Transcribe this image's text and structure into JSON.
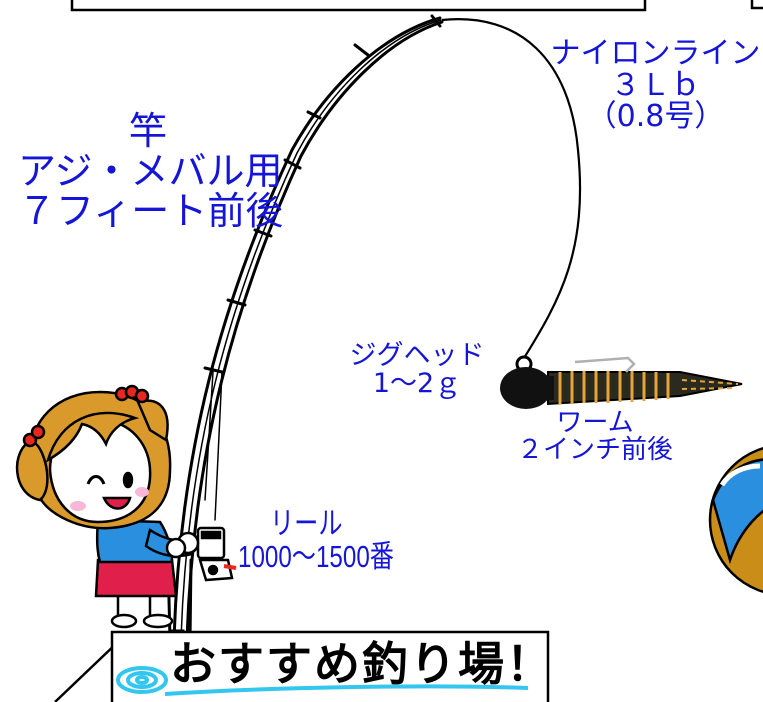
{
  "labels": {
    "rod": {
      "line1": "竿",
      "line2": "アジ・メバル用",
      "line3": "７フィート前後"
    },
    "line": {
      "line1": "ナイロンライン",
      "line2": "３Ｌｂ",
      "line3": "（0.8号）"
    },
    "jighead": {
      "line1": "ジグヘッド",
      "line2": "1～2ｇ"
    },
    "worm": {
      "line1": "ワーム",
      "line2": "２インチ前後"
    },
    "reel": {
      "line1": "リール",
      "line2": "1000～1500番"
    }
  },
  "banner": {
    "title": "おすすめ釣り場！"
  },
  "colors": {
    "label_text": "#1515d8",
    "worm_body": "#2a2a1f",
    "worm_stripe": "#e8a33a",
    "girl_hair": "#d99a2b",
    "girl_shirt": "#2b8fe0",
    "girl_skirt": "#e0204a",
    "girl_bow": "#e8281e",
    "banner_swirl": "#33c6ee"
  },
  "icons": {
    "girl": "girl-character-icon",
    "rod": "fishing-rod-icon",
    "reel": "spinning-reel-icon",
    "jighead": "jighead-icon",
    "worm": "worm-lure-icon",
    "swirl": "swirl-icon"
  }
}
